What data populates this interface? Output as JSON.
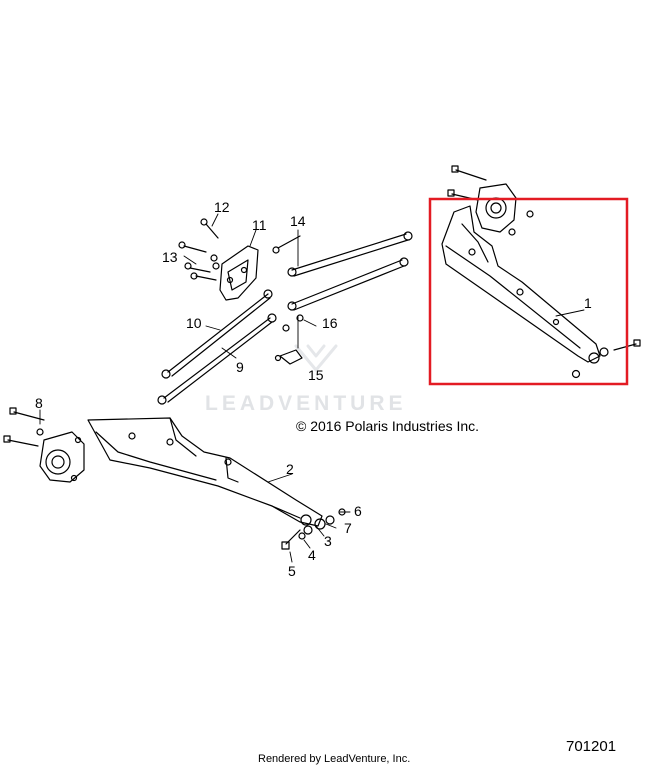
{
  "copyright": "© 2016 Polaris Industries Inc.",
  "watermark": "LEADVENTURE",
  "diagram_number": "701201",
  "rendered_by": "Rendered by LeadVenture, Inc.",
  "highlight_color": "#e31b23",
  "callouts": [
    {
      "id": "1",
      "label": "1"
    },
    {
      "id": "2",
      "label": "2"
    },
    {
      "id": "3",
      "label": "3"
    },
    {
      "id": "4",
      "label": "4"
    },
    {
      "id": "5",
      "label": "5"
    },
    {
      "id": "6",
      "label": "6"
    },
    {
      "id": "7",
      "label": "7"
    },
    {
      "id": "8",
      "label": "8"
    },
    {
      "id": "9",
      "label": "9"
    },
    {
      "id": "10",
      "label": "10"
    },
    {
      "id": "11",
      "label": "11"
    },
    {
      "id": "12",
      "label": "12"
    },
    {
      "id": "13",
      "label": "13"
    },
    {
      "id": "14",
      "label": "14"
    },
    {
      "id": "15",
      "label": "15"
    },
    {
      "id": "16",
      "label": "16"
    }
  ]
}
